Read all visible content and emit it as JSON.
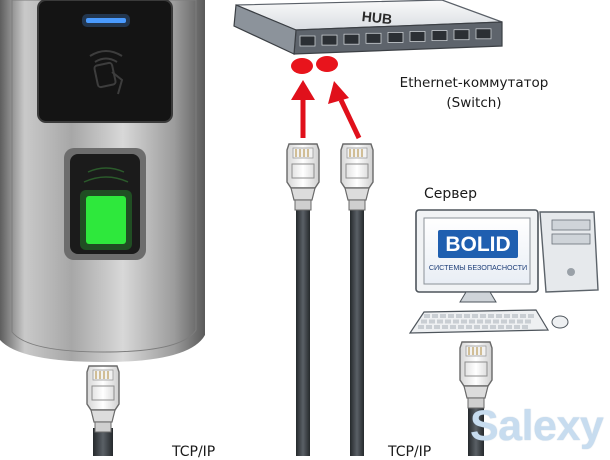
{
  "hub": {
    "label": "HUB"
  },
  "switch": {
    "label_line1": "Ethernet-коммутатор",
    "label_line2": "(Switch)"
  },
  "server": {
    "label": "Сервер",
    "screen_logo": "BOLID",
    "screen_subtitle": "СИСТЕМЫ БЕЗОПАСНОСТИ"
  },
  "links": {
    "left_label": "TCP/IP",
    "right_label": "TCP/IP"
  },
  "watermark": "Salexy",
  "colors": {
    "arrow": "#e0101b",
    "port_highlight": "#e8141c",
    "fingerprint_sensor": "#2ee83c",
    "reader_indicator": "#4a9bff",
    "bolid_blue": "#1f5fb0",
    "cable": "#3a3f44"
  }
}
